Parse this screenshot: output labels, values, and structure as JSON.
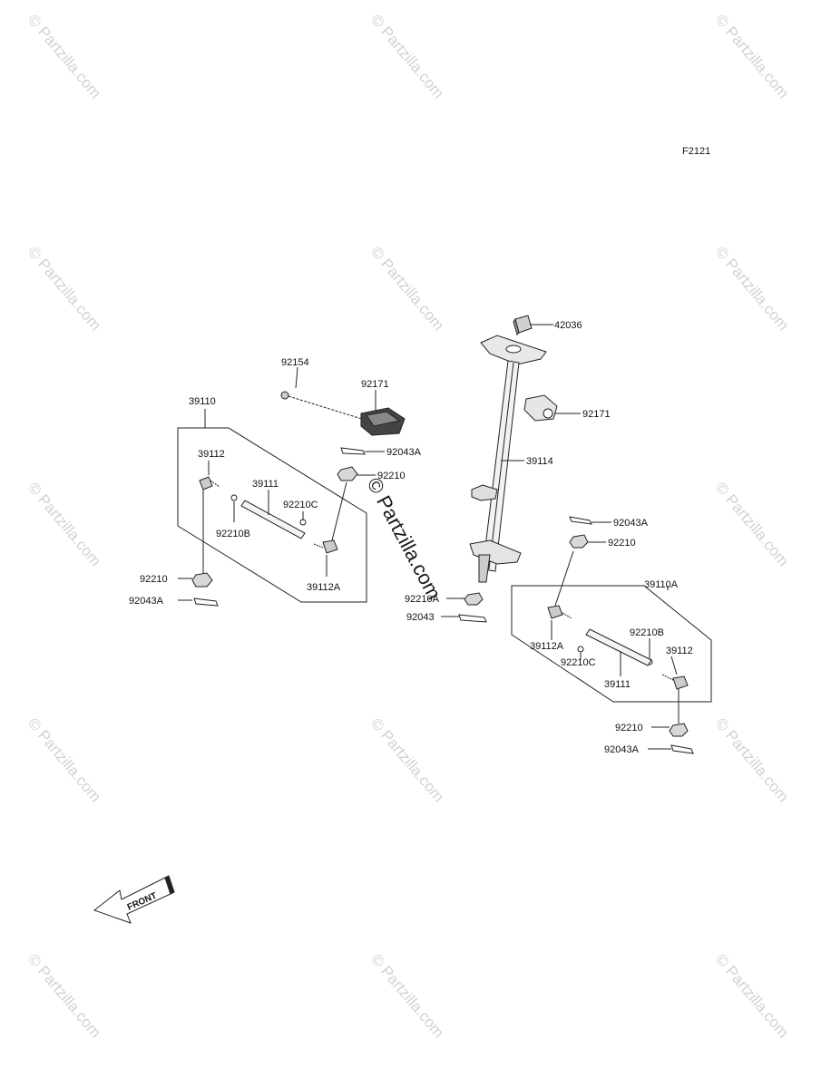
{
  "figure_code": "F2121",
  "watermark": {
    "small": "© Partzilla.com",
    "center": "© Partzilla.com"
  },
  "front_label": "FRONT",
  "callouts": {
    "c42036": "42036",
    "c92171_top": "92171",
    "c92154": "92154",
    "c92171_right": "92171",
    "c39110": "39110",
    "c92043A_mid": "92043A",
    "c39114": "39114",
    "c39112_left": "39112",
    "c92210_mid": "92210",
    "c39111_left": "39111",
    "c92210C_left": "92210C",
    "c92210B_left": "92210B",
    "c92210_left": "92210",
    "c39112A_left": "39112A",
    "c92043A_left": "92043A",
    "c92210A": "92210A",
    "c92043": "92043",
    "c92043A_right": "92043A",
    "c92210_right": "92210",
    "c39110A": "39110A",
    "c92210B_right": "92210B",
    "c39112_right": "39112",
    "c39112A_right": "39112A",
    "c92210C_right": "92210C",
    "c39111_right": "39111",
    "c92210_bottom": "92210",
    "c92043A_bottom": "92043A"
  }
}
